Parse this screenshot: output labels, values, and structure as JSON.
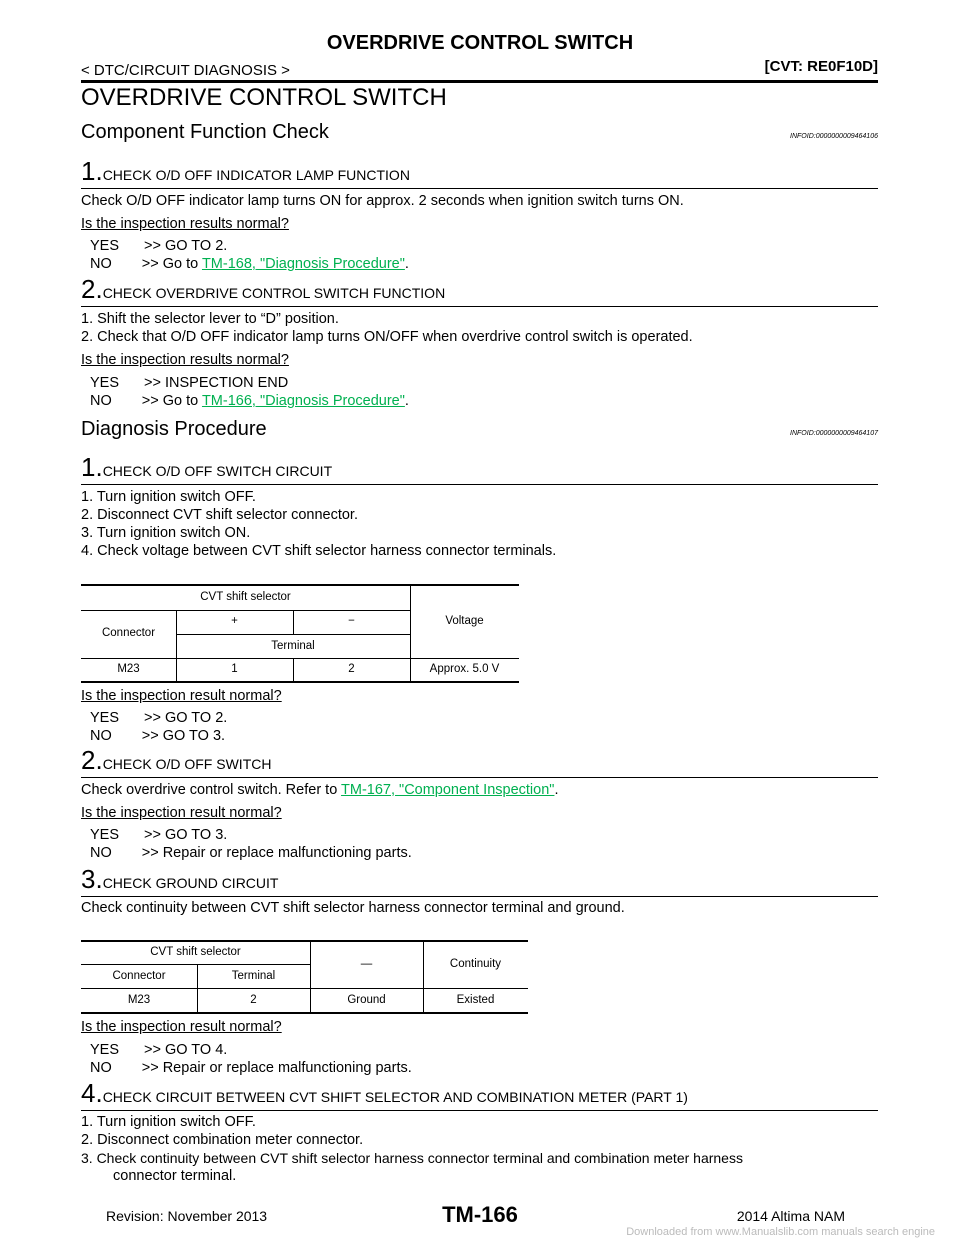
{
  "header": {
    "title": "OVERDRIVE CONTROL SWITCH",
    "breadcrumb": "< DTC/CIRCUIT DIAGNOSIS >",
    "model": "[CVT: RE0F10D]"
  },
  "page_title": "OVERDRIVE CONTROL SWITCH",
  "sections": {
    "cfc": {
      "title": "Component Function Check",
      "infoid": "INFOID:0000000009464106"
    },
    "dp": {
      "title": "Diagnosis Procedure",
      "infoid": "INFOID:0000000009464107"
    }
  },
  "cfc1": {
    "num": "1.",
    "title": "CHECK O/D OFF INDICATOR LAMP FUNCTION",
    "text": "Check O/D OFF indicator lamp turns ON for approx. 2 seconds when ignition switch turns ON.",
    "question": "Is the inspection results normal?",
    "yes_key": "YES",
    "yes": ">> GO TO 2.",
    "no_key": "NO",
    "no_pre": ">> Go to ",
    "no_link": "TM-168, \"Diagnosis Procedure\"",
    "no_post": "."
  },
  "cfc2": {
    "num": "2.",
    "title": "CHECK OVERDRIVE CONTROL SWITCH FUNCTION",
    "lines": [
      "1.   Shift the selector lever to “D” position.",
      "2.   Check that O/D OFF indicator lamp turns ON/OFF when overdrive control switch is operated."
    ],
    "question": "Is the inspection results normal?",
    "yes_key": "YES",
    "yes": ">> INSPECTION END",
    "no_key": "NO",
    "no_pre": ">> Go to ",
    "no_link": "TM-166, \"Diagnosis Procedure\"",
    "no_post": "."
  },
  "dp1": {
    "num": "1.",
    "title": "CHECK O/D OFF SWITCH CIRCUIT",
    "lines": [
      "1.   Turn ignition switch OFF.",
      "2.   Disconnect CVT shift selector connector.",
      "3.   Turn ignition switch ON.",
      "4.   Check voltage between CVT shift selector harness connector terminals."
    ],
    "table": {
      "group": "CVT shift selector",
      "connector": "Connector",
      "plus": "+",
      "minus": "−",
      "terminal": "Terminal",
      "voltage": "Voltage",
      "row": [
        "M23",
        "1",
        "2",
        "Approx. 5.0 V"
      ]
    },
    "question": "Is the inspection result normal?",
    "yes_key": "YES",
    "yes": ">> GO TO 2.",
    "no_key": "NO",
    "no": ">> GO TO 3."
  },
  "dp2": {
    "num": "2.",
    "title": "CHECK O/D OFF SWITCH",
    "text_pre": "Check overdrive control switch. Refer to ",
    "link": "TM-167, \"Component Inspection\"",
    "text_post": ".",
    "question": "Is the inspection result normal?",
    "yes_key": "YES",
    "yes": ">> GO TO 3.",
    "no_key": "NO",
    "no": ">> Repair or replace malfunctioning parts."
  },
  "dp3": {
    "num": "3.",
    "title": "CHECK GROUND CIRCUIT",
    "text": "Check continuity between CVT shift selector harness connector terminal and ground.",
    "table": {
      "group": "CVT shift selector",
      "dash": "—",
      "continuity": "Continuity",
      "connector": "Connector",
      "terminal": "Terminal",
      "row": [
        "M23",
        "2",
        "Ground",
        "Existed"
      ]
    },
    "question": "Is the inspection result normal?",
    "yes_key": "YES",
    "yes": ">> GO TO 4.",
    "no_key": "NO",
    "no": ">> Repair or replace malfunctioning parts."
  },
  "dp4": {
    "num": "4.",
    "title": "CHECK CIRCUIT BETWEEN CVT SHIFT SELECTOR AND COMBINATION METER (PART 1)",
    "lines": [
      "1.   Turn ignition switch OFF.",
      "2.   Disconnect combination meter connector.",
      "3.   Check continuity between CVT shift selector harness connector terminal and combination meter harness"
    ],
    "line_cont": "connector terminal."
  },
  "footer": {
    "revision": "Revision: November 2013",
    "page": "TM-166",
    "model": "2014 Altima NAM",
    "watermark": "Downloaded from www.Manualslib.com manuals search engine"
  },
  "colors": {
    "link": "#00b050",
    "text": "#000000"
  }
}
